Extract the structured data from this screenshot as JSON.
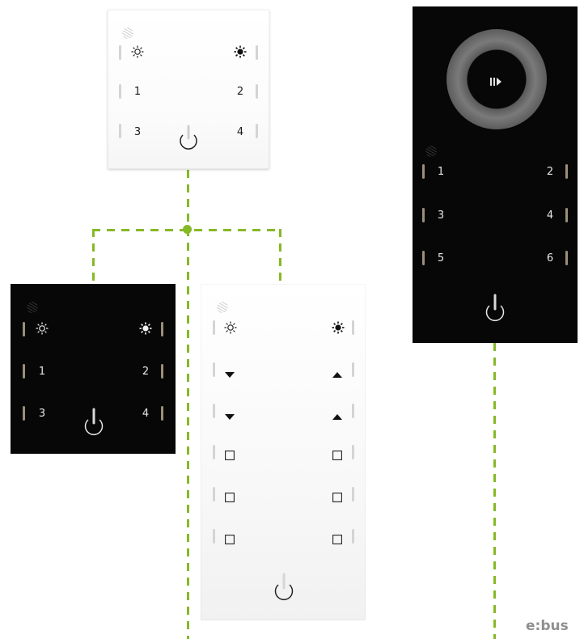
{
  "brand": "e:bus",
  "colors": {
    "connector": "#86b926",
    "panel_white": "#ffffff",
    "panel_black": "#070707",
    "led_white_panel": "#d4d4d4",
    "led_black_panel": "#9b8f7a"
  },
  "panel_top_white": {
    "icons": [
      "sun-outline-icon",
      "sun-filled-icon",
      "power-icon"
    ],
    "labels": [
      "1",
      "2",
      "3",
      "4"
    ]
  },
  "panel_left_black": {
    "icons": [
      "sun-outline-icon",
      "sun-filled-icon",
      "power-icon"
    ],
    "labels": [
      "1",
      "2",
      "3",
      "4"
    ]
  },
  "panel_tall_white": {
    "icons": [
      "sun-outline-icon",
      "sun-filled-icon",
      "triangle-down-icon",
      "triangle-up-icon",
      "square-outline-icon",
      "power-icon"
    ]
  },
  "panel_tall_black": {
    "center_icon": "play-pause-icon",
    "labels": [
      "1",
      "2",
      "3",
      "4",
      "5",
      "6"
    ],
    "icons": [
      "ring-dial-icon",
      "power-icon"
    ]
  }
}
